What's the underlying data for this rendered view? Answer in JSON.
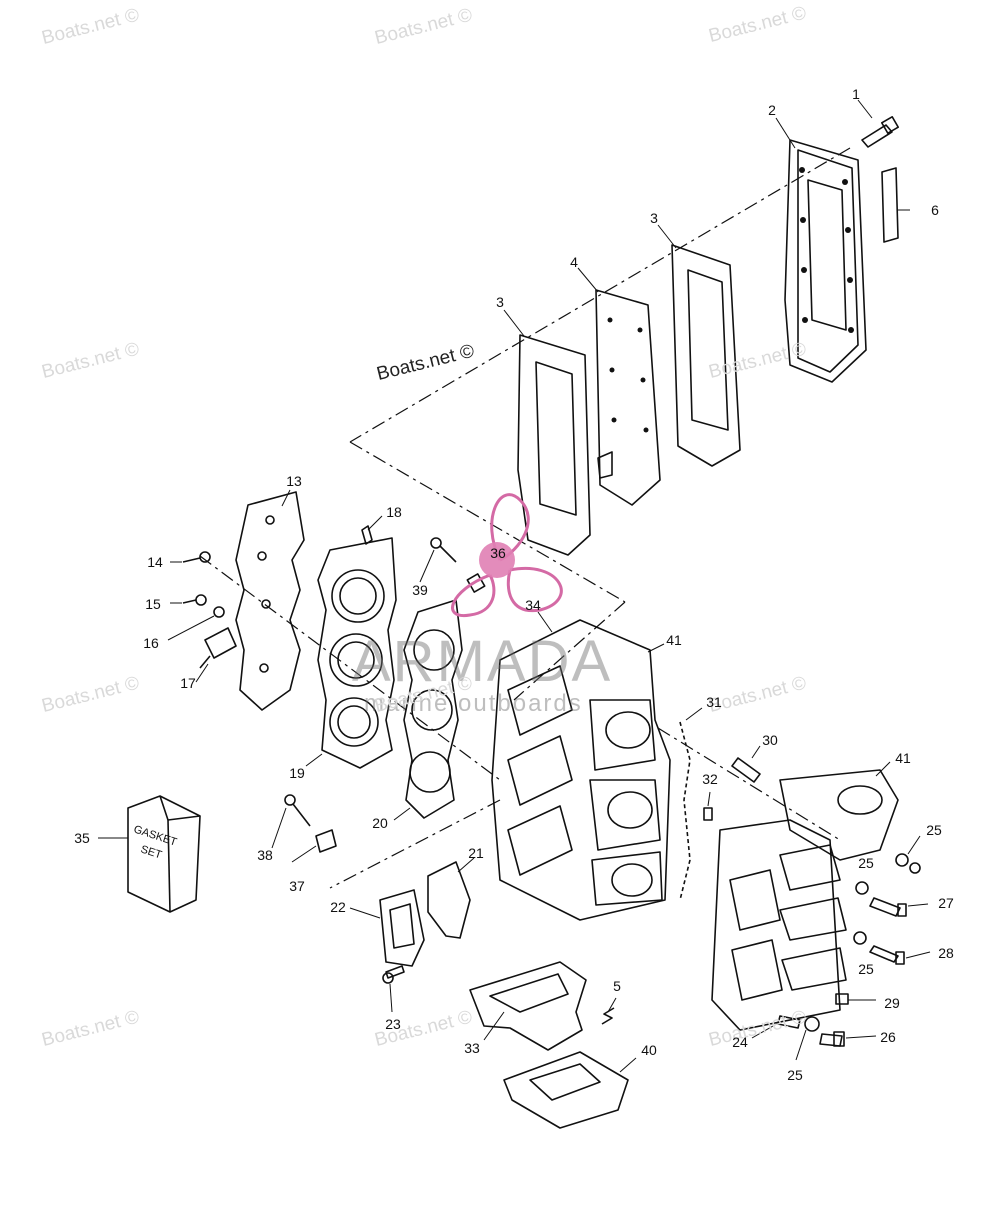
{
  "watermark_text": "Boats.net ©",
  "brand": {
    "name": "ARMADA",
    "tagline": "marine outboards"
  },
  "callouts": {
    "c1": "1",
    "c2": "2",
    "c3a": "3",
    "c3b": "3",
    "c4": "4",
    "c5": "5",
    "c6": "6",
    "c13": "13",
    "c14": "14",
    "c15": "15",
    "c16": "16",
    "c17": "17",
    "c18": "18",
    "c19": "19",
    "c20": "20",
    "c21": "21",
    "c22": "22",
    "c23": "23",
    "c24": "24",
    "c25a": "25",
    "c25b": "25",
    "c25c": "25",
    "c25d": "25",
    "c26": "26",
    "c27": "27",
    "c28": "28",
    "c29": "29",
    "c30": "30",
    "c31": "31",
    "c32": "32",
    "c33": "33",
    "c34": "34",
    "c35": "35",
    "c36": "36",
    "c37": "37",
    "c38": "38",
    "c39": "39",
    "c40": "40",
    "c41a": "41",
    "c41b": "41"
  },
  "gasket_box_text": {
    "line1": "GASKET",
    "line2": "SET"
  },
  "colors": {
    "line": "#111111",
    "watermark": "#d9d9d9",
    "logo_pink": "#d46aa5",
    "highlight": "#e07fb4"
  }
}
